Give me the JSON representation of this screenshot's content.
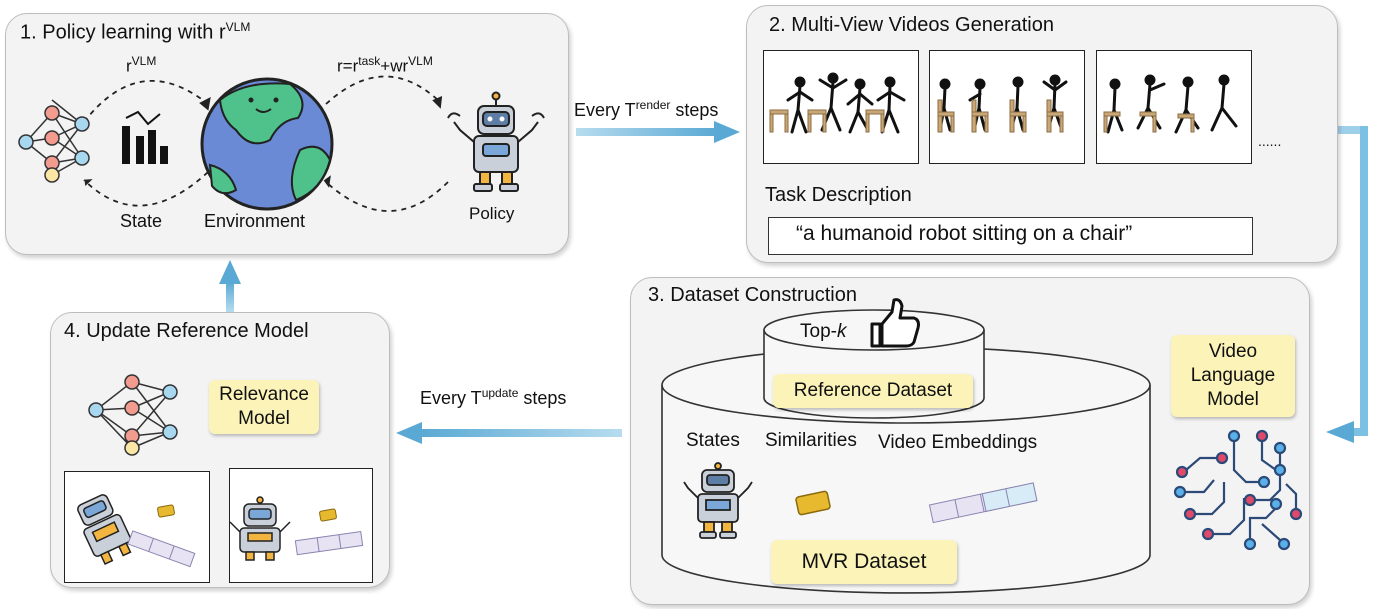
{
  "panel1": {
    "title": "1. Policy learning with r",
    "title_sup": "VLM",
    "reward_label": "r",
    "reward_sup": "VLM",
    "combined_a": "r=r",
    "combined_sup1": "task",
    "combined_b": "+wr",
    "combined_sup2": "VLM",
    "state_label": "State",
    "env_label": "Environment",
    "policy_label": "Policy"
  },
  "panel2": {
    "title": "2. Multi-View Videos Generation",
    "ellipsis": "......",
    "task_label": "Task Description",
    "task_text": "“a humanoid robot sitting on a chair”"
  },
  "panel3": {
    "title": "3. Dataset Construction",
    "topk_a": "Top-",
    "topk_b": "k",
    "reference_dataset": "Reference Dataset",
    "states_label": "States",
    "similarities_label": "Similarities",
    "embeddings_label": "Video Embeddings",
    "mvr_dataset": "MVR Dataset"
  },
  "panel4": {
    "title": "4. Update Reference Model",
    "relevance_model": "Relevance\nModel"
  },
  "arrows": {
    "render_a": "Every T",
    "render_sup": "render",
    "render_b": " steps",
    "update_a": "Every  T",
    "update_sup": "update",
    "update_b": " steps"
  },
  "vlm": {
    "label": "Video\nLanguage\nModel"
  },
  "colors": {
    "panel_bg": "#f3f3f3",
    "highlight": "#fbf3b8",
    "arrow": "#6db3d6"
  }
}
